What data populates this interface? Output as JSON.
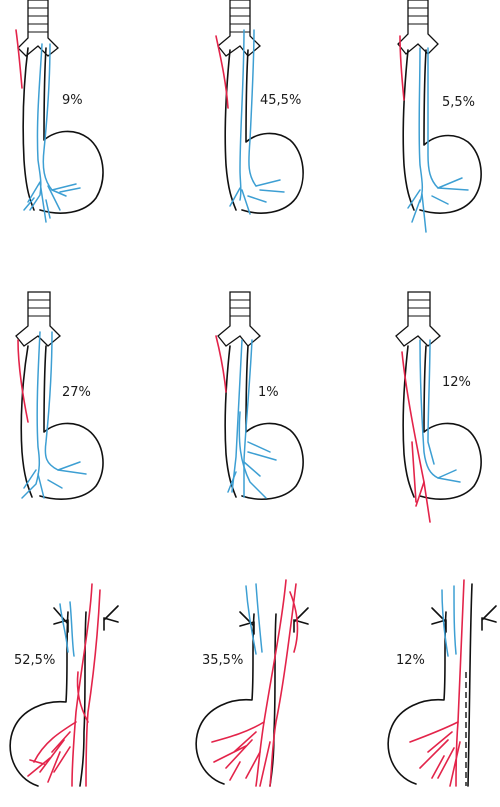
{
  "colors": {
    "left_vagus": "#3d9fd3",
    "right_vagus": "#e3244a",
    "outline": "#111111",
    "background": "#ffffff"
  },
  "panels": [
    {
      "label": "9%"
    },
    {
      "label": "45,5%"
    },
    {
      "label": "5,5%"
    },
    {
      "label": "27%"
    },
    {
      "label": "1%"
    },
    {
      "label": "12%"
    },
    {
      "label": "52,5%"
    },
    {
      "label": "35,5%"
    },
    {
      "label": "12%"
    }
  ]
}
